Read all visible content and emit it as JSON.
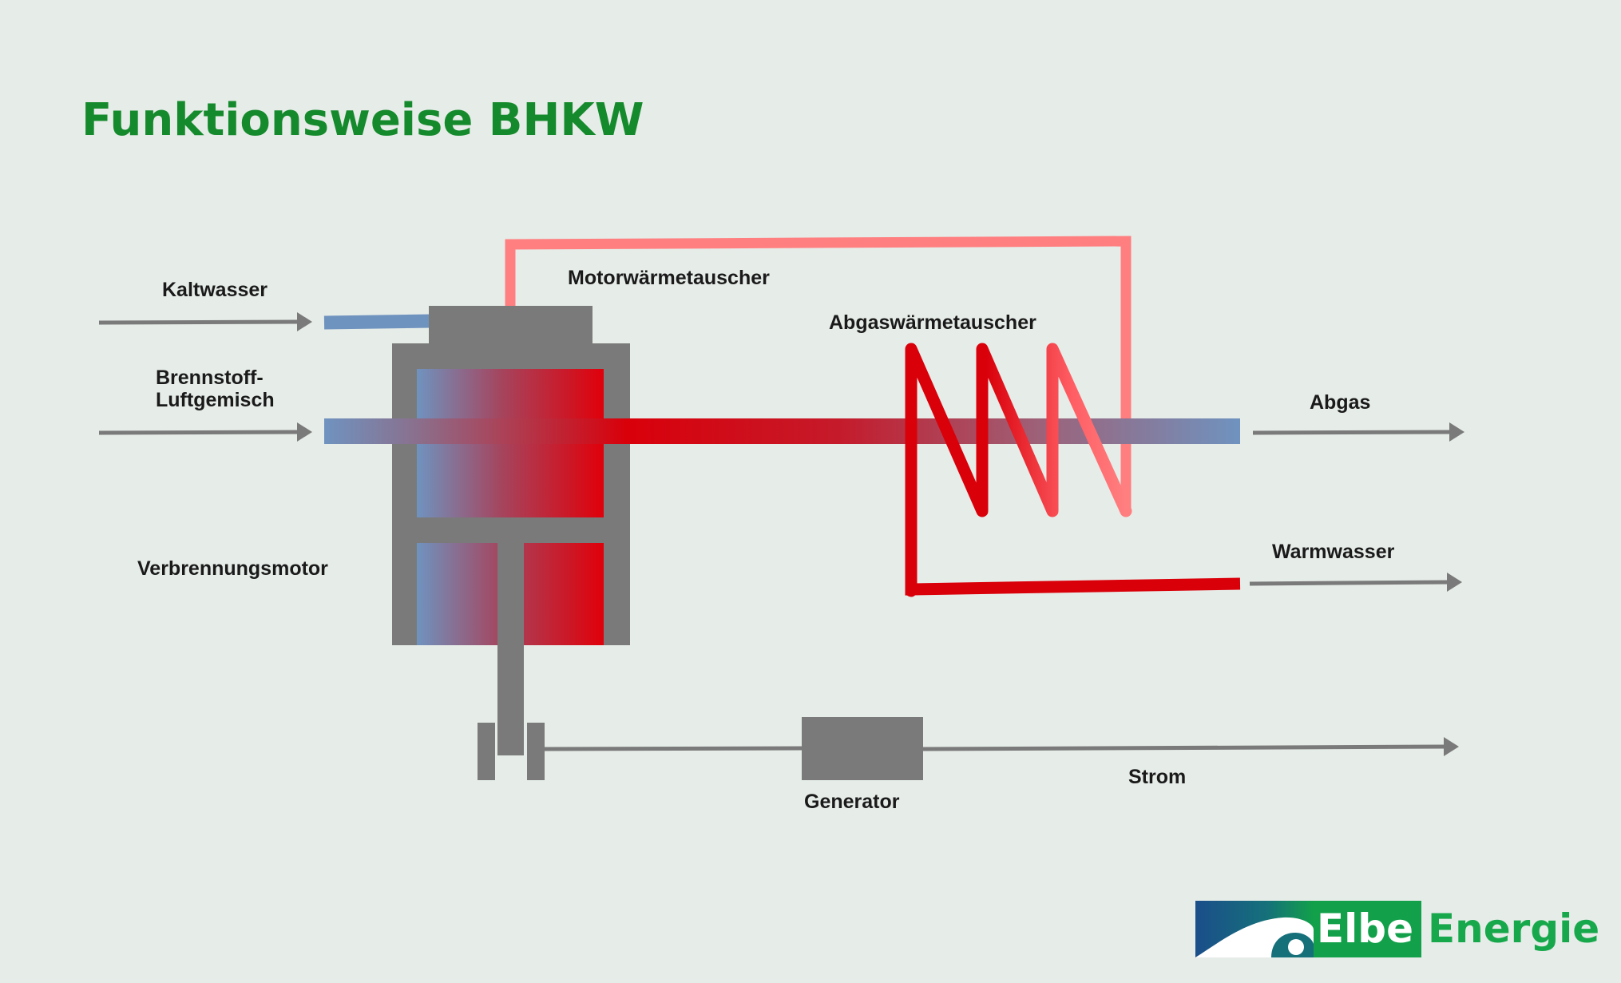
{
  "title": "Funktionsweise BHKW",
  "labels": {
    "kaltwasser": "Kaltwasser",
    "brennstoff_line1": "Brennstoff-",
    "brennstoff_line2": "Luftgemisch",
    "verbrennungsmotor": "Verbrennungsmotor",
    "motorwaermetauscher": "Motorwärmetauscher",
    "abgaswaermetauscher": "Abgaswärmetauscher",
    "abgas": "Abgas",
    "warmwasser": "Warmwasser",
    "generator": "Generator",
    "strom": "Strom"
  },
  "logo": {
    "part1": "Elbe",
    "part2": "Energie"
  },
  "colors": {
    "title_green": "#158a2c",
    "cold_blue": "#6f93bf",
    "hot_red": "#d9000a",
    "light_red": "#ff7f80",
    "machine_gray": "#7a7a7a",
    "arrow_gray": "#7b7b7b",
    "logo_blue": "#1b4e8a",
    "logo_green": "#12a04a"
  }
}
